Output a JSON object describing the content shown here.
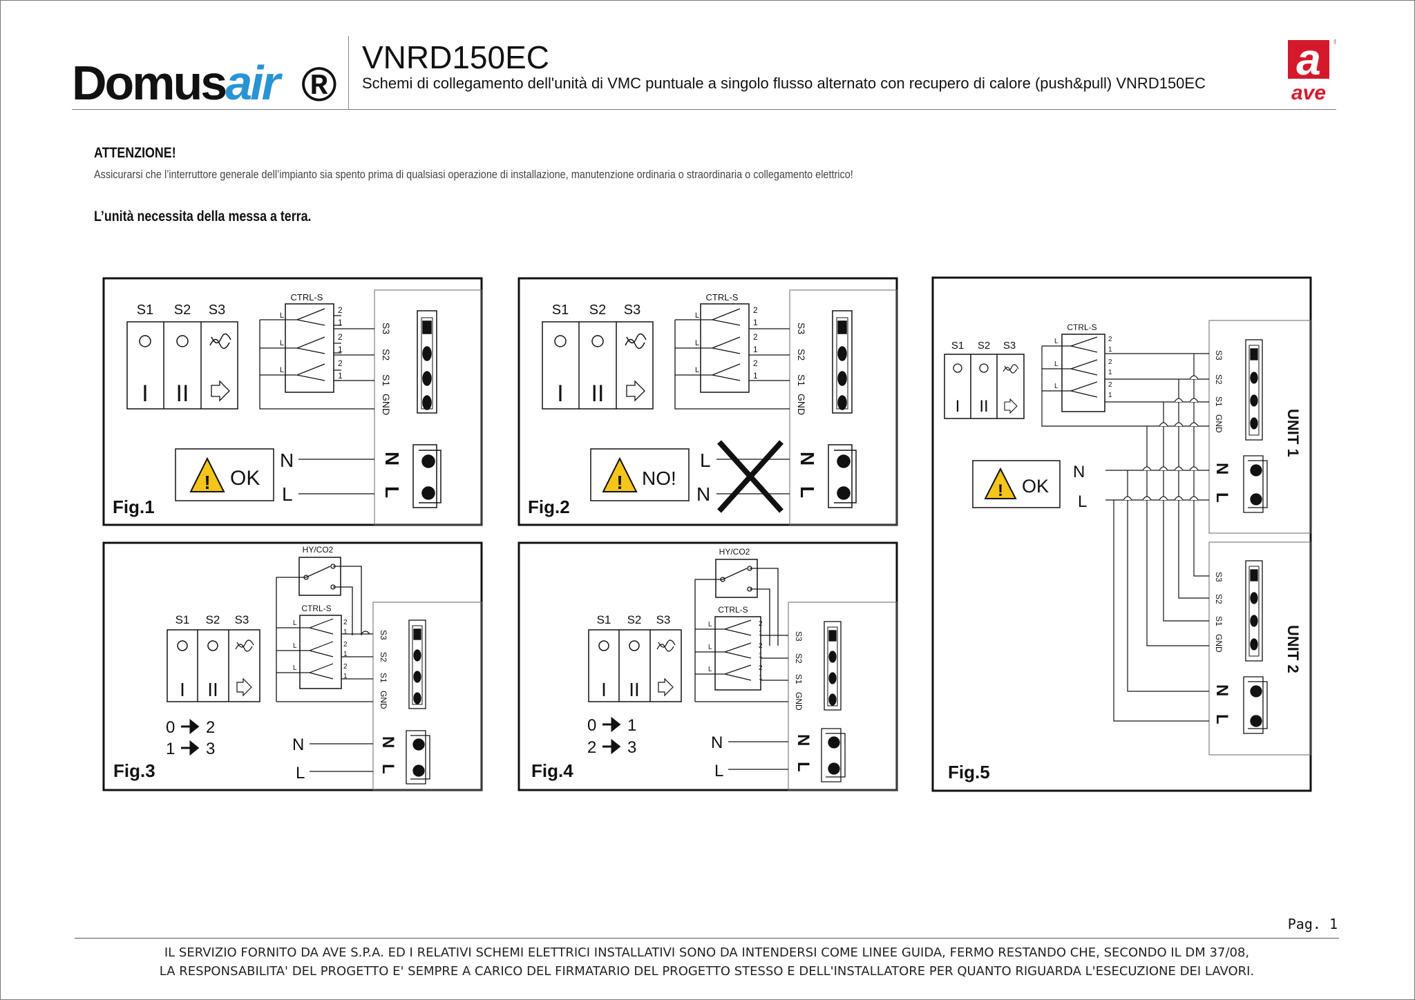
{
  "header": {
    "brand_left_a": "Domus",
    "brand_left_b": "air",
    "brand_reg": "®",
    "title": "VNRD150EC",
    "subtitle": "Schemi di collegamento dell'unità di VMC puntuale a singolo flusso alternato con recupero di calore (push&pull) VNRD150EC",
    "brand_right_a": "a",
    "brand_right_b": "ave",
    "brand_right_reg": "®",
    "brand_accent": "#d4192b",
    "brand_air_color": "#2a93d5"
  },
  "notice": {
    "heading": "ATTENZIONE!",
    "text": "Assicurarsi che l’interruttore generale dell’impianto sia spento prima di qualsiasi operazione di installazione, manutenzione ordinaria o straordinaria o collegamento elettrico!",
    "ground": "L’unità necessita della messa a terra."
  },
  "labels": {
    "s1": "S1",
    "s2": "S2",
    "s3": "S3",
    "ctrl": "CTRL-S",
    "hy": "HY/CO2",
    "l": "L",
    "n": "N",
    "gnd": "GND",
    "one": "1",
    "two": "2",
    "roman1": "I",
    "roman2": "II",
    "ok": "OK",
    "no": "NO!",
    "unit1": "UNIT 1",
    "unit2": "UNIT 2"
  },
  "figures": {
    "fig1": "Fig.1",
    "fig2": "Fig.2",
    "fig3": "Fig.3",
    "fig4": "Fig.4",
    "fig5": "Fig.5"
  },
  "mappings": {
    "fig3_a_from": "0",
    "fig3_a_to": "2",
    "fig3_b_from": "1",
    "fig3_b_to": "3",
    "fig4_a_from": "0",
    "fig4_a_to": "1",
    "fig4_b_from": "2",
    "fig4_b_to": "3"
  },
  "warning_color": "#f5c518",
  "footer": {
    "page": "Pag. 1",
    "line1": "IL SERVIZIO FORNITO DA AVE S.P.A. ED I RELATIVI SCHEMI ELETTRICI INSTALLATIVI SONO DA INTENDERSI COME LINEE GUIDA, FERMO RESTANDO CHE, SECONDO IL DM 37/08,",
    "line2": "LA RESPONSABILITA' DEL PROGETTO E' SEMPRE A CARICO DEL FIRMATARIO DEL PROGETTO STESSO E DELL'INSTALLATORE PER QUANTO RIGUARDA L'ESECUZIONE DEI LAVORI."
  }
}
